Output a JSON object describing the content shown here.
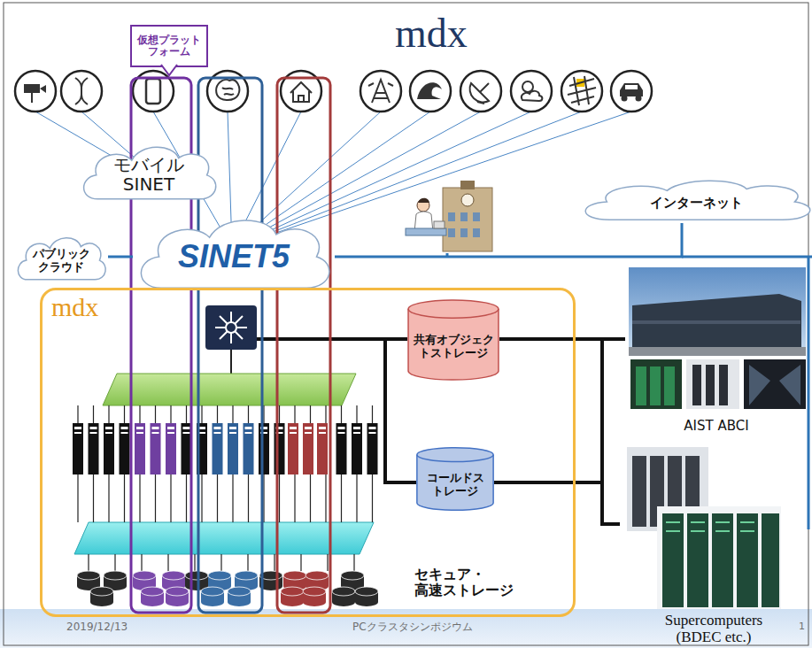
{
  "diagram": {
    "title": "mdx",
    "nodes": [
      {
        "text": [
          "仮想プラット フォーム"
        ]
      },
      {
        "text": [
          "モバイル SINET"
        ]
      },
      {
        "text": [
          "インターネット"
        ]
      },
      {
        "text": [
          "パブリック クラウド"
        ]
      },
      {
        "text": [
          "SINET5"
        ]
      },
      {
        "text": [
          "mdx"
        ]
      },
      {
        "text": [
          "共有オブジェク トストレージ"
        ],
        "in": 5
      },
      {
        "text": [
          "コールドス トレージ"
        ],
        "in": 5
      },
      {
        "text": [
          "AIST ABCI"
        ]
      },
      {
        "text": [
          "Supercomputers (BDEC etc.)"
        ]
      }
    ],
    "edges": [
      {
        "from": 3,
        "to": 4,
        "arrow": "none"
      },
      {
        "from": 4,
        "to": 2,
        "arrow": "none"
      },
      {
        "from": 6,
        "to": 8,
        "arrow": "none"
      },
      {
        "from": 7,
        "to": 9,
        "arrow": "none"
      }
    ],
    "labels": [
      "セキュア・ 高速ストレージ",
      "2019/12/13",
      "PCクラスタシンポジウム",
      "1"
    ]
  }
}
